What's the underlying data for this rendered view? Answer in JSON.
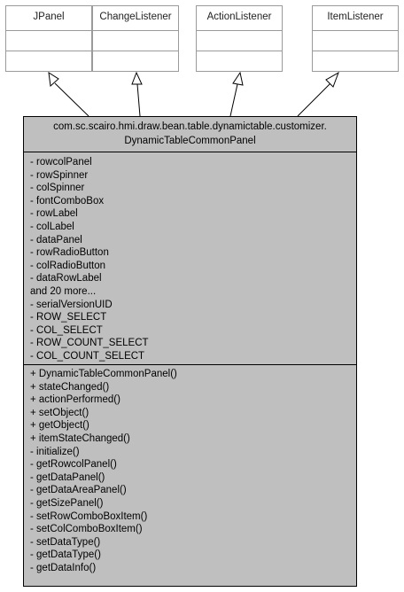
{
  "interfaces": [
    {
      "name": "JPanel"
    },
    {
      "name": "ChangeListener"
    },
    {
      "name": "ActionListener"
    },
    {
      "name": "ItemListener"
    }
  ],
  "main_class": {
    "title_line1": "com.sc.scairo.hmi.draw.bean.table.dynamictable.customizer.",
    "title_line2": "DynamicTableCommonPanel",
    "attributes": [
      "- rowcolPanel",
      "- rowSpinner",
      "- colSpinner",
      "- fontComboBox",
      "- rowLabel",
      "- colLabel",
      "- dataPanel",
      "- rowRadioButton",
      "- colRadioButton",
      "- dataRowLabel",
      "and 20 more...",
      "- serialVersionUID",
      "- ROW_SELECT",
      "- COL_SELECT",
      "- ROW_COUNT_SELECT",
      "- COL_COUNT_SELECT"
    ],
    "operations": [
      "+ DynamicTableCommonPanel()",
      "+ stateChanged()",
      "+ actionPerformed()",
      "+ setObject()",
      "+ getObject()",
      "+ itemStateChanged()",
      "- initialize()",
      "- getRowcolPanel()",
      "- getDataPanel()",
      "- getDataAreaPanel()",
      "- getSizePanel()",
      "- setRowComboBoxItem()",
      "- setColComboBoxItem()",
      "- setDataType()",
      "- getDataType()",
      "- getDataInfo()"
    ]
  },
  "colors": {
    "class_fill": "#bfbfbf",
    "interface_border": "#9a9a9a",
    "arrow": "#000000"
  }
}
